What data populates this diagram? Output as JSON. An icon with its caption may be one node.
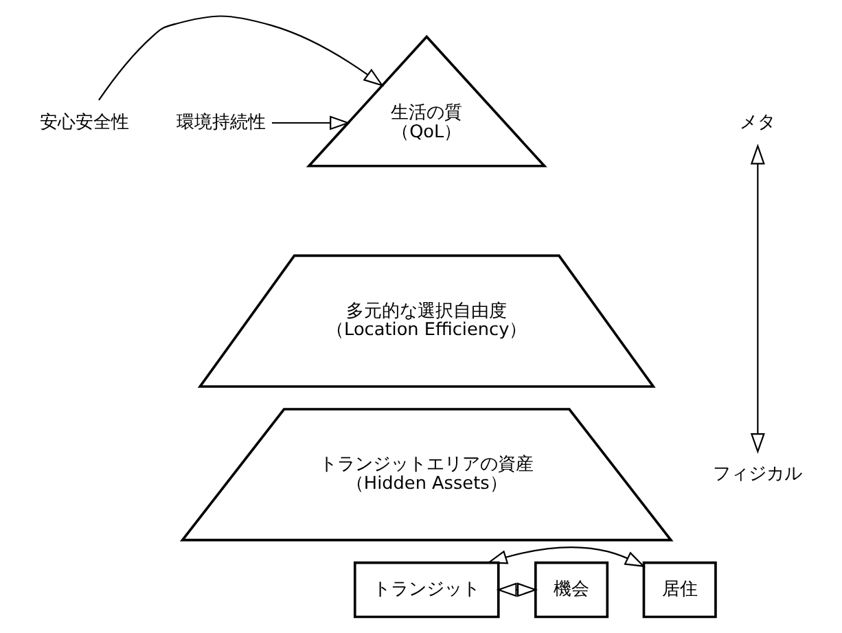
{
  "diagram": {
    "nodes": [
      {
        "text": [
          "生活の質",
          "（QoL）"
        ]
      },
      {
        "text": [
          "多元的な選択自由度",
          "（Location Efficiency）"
        ]
      },
      {
        "text": [
          "トランジットエリアの資産",
          "（Hidden Assets）"
        ]
      },
      {
        "text": [
          "安心安全性"
        ]
      },
      {
        "text": [
          "環境持続性"
        ]
      },
      {
        "text": [
          "メタ"
        ]
      },
      {
        "text": [
          "フィジカル"
        ]
      },
      {
        "text": [
          "居住"
        ]
      },
      {
        "text": [
          "トランジット"
        ]
      },
      {
        "text": [
          "機会"
        ]
      }
    ],
    "edges": [
      {
        "from": 3,
        "to": 0,
        "arrow": "to"
      },
      {
        "from": 4,
        "to": 0,
        "arrow": "to"
      },
      {
        "from": 5,
        "to": 6,
        "arrow": "both"
      },
      {
        "from": 7,
        "to": 8,
        "arrow": "both"
      },
      {
        "from": 8,
        "to": 9,
        "arrow": "both"
      }
    ]
  }
}
